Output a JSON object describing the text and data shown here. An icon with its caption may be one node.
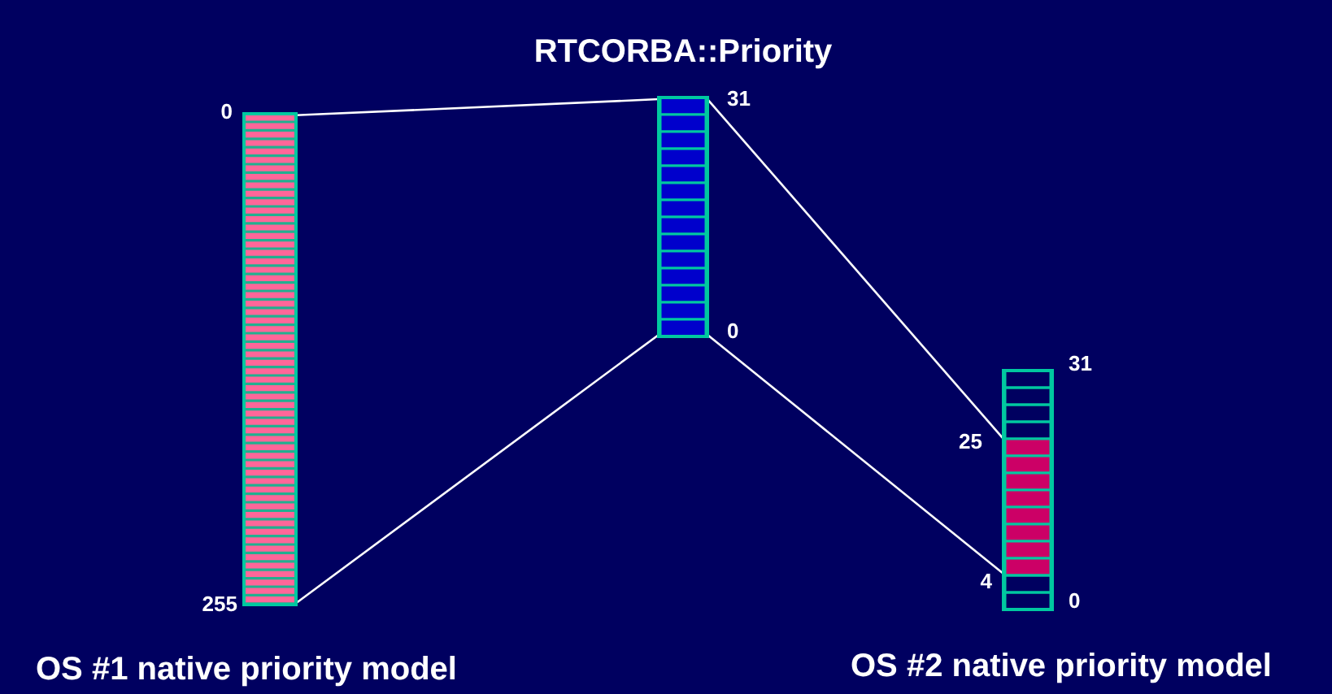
{
  "diagram": {
    "nodes": [
      {
        "text": [],
        "shape": "bar",
        "beside": [
          "0",
          "255",
          "OS #1 native priority model"
        ]
      },
      {
        "text": [],
        "shape": "bar",
        "beside": [
          "RTCORBA::Priority",
          "31",
          "0"
        ]
      },
      {
        "text": [],
        "shape": "bar",
        "beside": [
          "31",
          "25",
          "4",
          "0",
          "OS #2 native priority model"
        ]
      }
    ],
    "edges": [
      {
        "from": 0,
        "to": 1,
        "arrow": "none"
      },
      {
        "from": 0,
        "to": 1,
        "arrow": "none"
      },
      {
        "from": 1,
        "to": 2,
        "arrow": "none"
      },
      {
        "from": 1,
        "to": 2,
        "arrow": "none"
      }
    ]
  }
}
